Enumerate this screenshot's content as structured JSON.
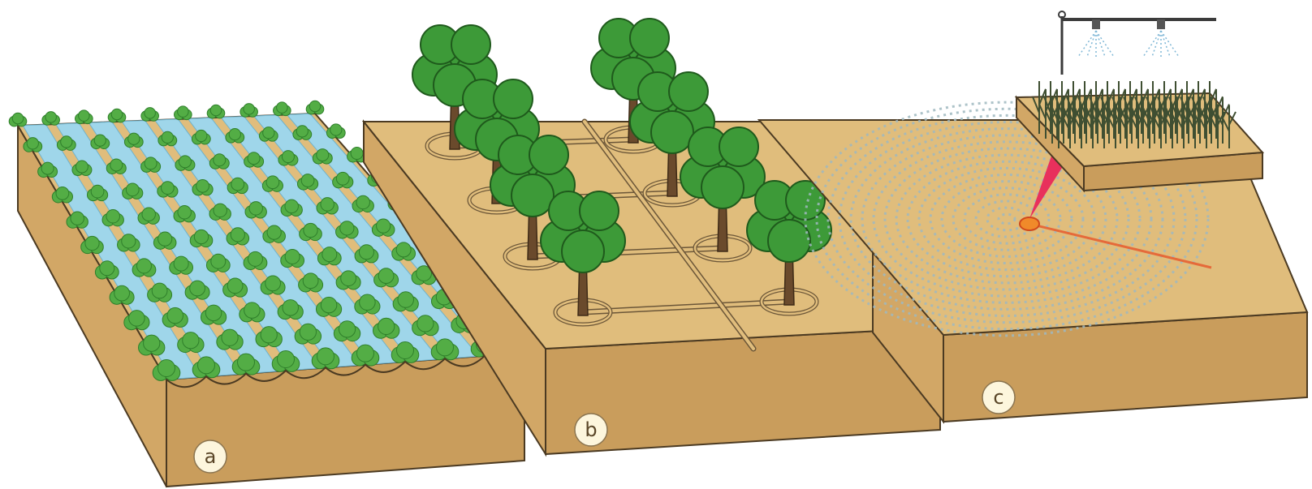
{
  "panels": [
    {
      "label": "a"
    },
    {
      "label": "b"
    },
    {
      "label": "c"
    }
  ],
  "colors": {
    "soil_top": "#e0bd7c",
    "soil_side": "#d2a766",
    "soil_front": "#c99d5c",
    "outline": "#4b3a22",
    "water": "#9fd6ea",
    "crop": "#53ad45",
    "crop_dark": "#2f7f2b",
    "tree_foliage": "#3d9a38",
    "trunk": "#6a4a2c",
    "spray": "#9fb9bf",
    "corn": "#3f4f32",
    "label_bg": "#fdf6dd",
    "pointer": "#e8305c"
  }
}
